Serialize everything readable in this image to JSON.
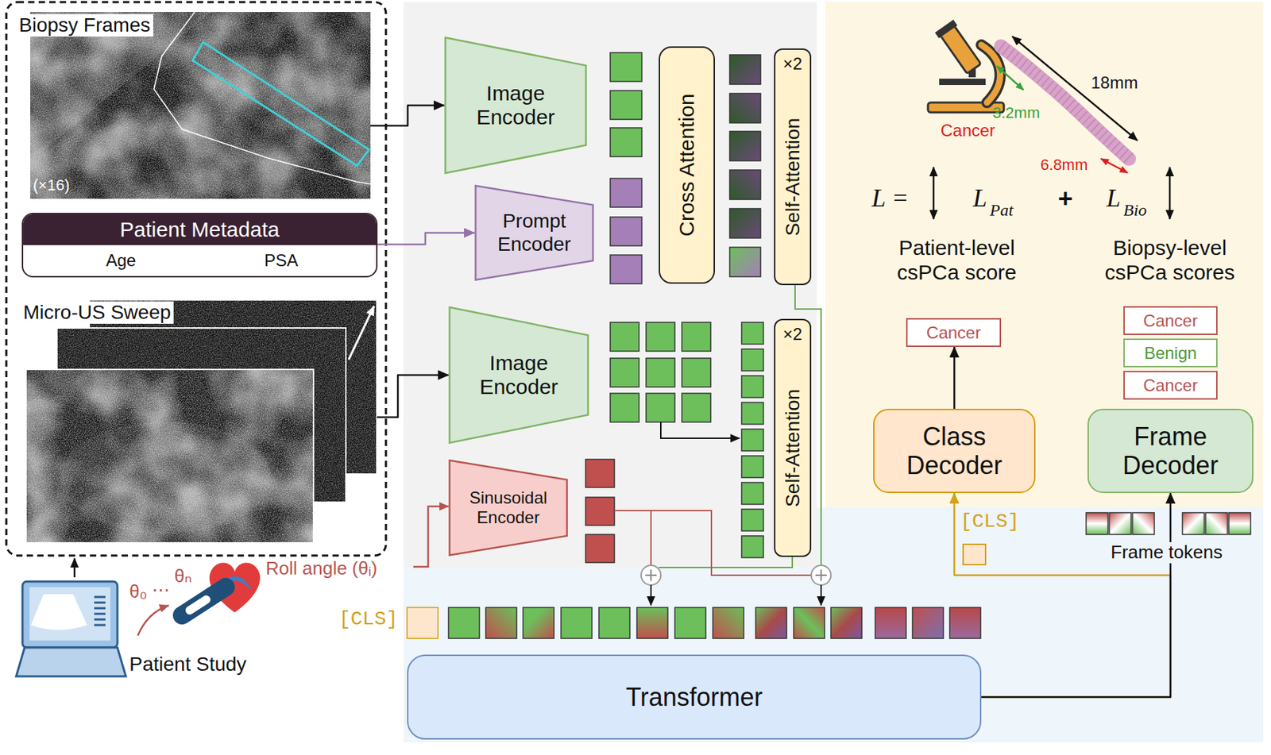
{
  "diagram": {
    "nodes": [
      {
        "text": [
          "Biopsy Frames",
          "(×16)"
        ]
      },
      {
        "text": [
          "Patient Metadata",
          "Age",
          "PSA"
        ]
      },
      {
        "text": [
          "Micro-US Sweep"
        ]
      },
      {
        "text": [
          "Patient Study"
        ]
      },
      {
        "text": [
          "Image Encoder"
        ]
      },
      {
        "text": [
          "Prompt Encoder"
        ]
      },
      {
        "text": [
          "Cross Attention"
        ]
      },
      {
        "text": [
          "×2",
          "Self-Attention"
        ]
      },
      {
        "text": [
          "Image Encoder"
        ]
      },
      {
        "text": [
          "Sinusoidal Encoder"
        ]
      },
      {
        "text": [
          "×2",
          "Self-Attention"
        ]
      },
      {
        "text": [
          "Transformer"
        ]
      },
      {
        "text": [
          "Cancer"
        ]
      },
      {
        "text": [
          "Cancer"
        ]
      },
      {
        "text": [
          "Benign"
        ]
      },
      {
        "text": [
          "Cancer"
        ]
      },
      {
        "text": [
          "Class Decoder"
        ]
      },
      {
        "text": [
          "Frame Decoder"
        ]
      }
    ],
    "edges": [
      {
        "from": 0,
        "to": 4,
        "arrow": "to"
      },
      {
        "from": 1,
        "to": 5,
        "arrow": "to"
      },
      {
        "from": 2,
        "to": 8,
        "arrow": "to"
      },
      {
        "from": 11,
        "to": 16,
        "arrow": "to"
      },
      {
        "from": 11,
        "to": 17,
        "arrow": "to"
      },
      {
        "from": 16,
        "to": 12,
        "arrow": "to"
      }
    ],
    "labels": [
      "L =",
      "L",
      "Pat",
      "+",
      "L",
      "Bio",
      "Patient-level csPCa score",
      "Biopsy-level csPCa scores",
      "Cancer",
      "18mm",
      "3.2mm",
      "6.8mm",
      "[CLS]",
      "Frame tokens",
      "[CLS]",
      "Roll angle (θᵢ)",
      "θ₀",
      "⋯",
      "θₙ"
    ]
  }
}
